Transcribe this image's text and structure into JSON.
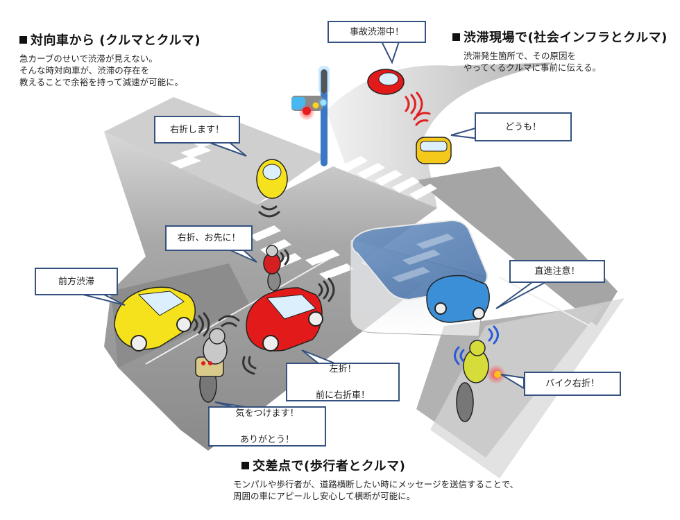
{
  "sections": {
    "oncoming": {
      "title": "対向車から (クルマとクルマ)",
      "lines": [
        "急カーブのせいで渋滞が見えない。",
        "そんな時対向車が、渋滞の存在を",
        "教えることで余裕を持って減速が可能に。"
      ]
    },
    "congestion_site": {
      "title": "渋滞現場で(社会インフラとクルマ)",
      "lines": [
        "渋滞発生箇所で、その原因を",
        "やってくるクルマに事前に伝える。"
      ]
    },
    "intersection": {
      "title": "交差点で(歩行者とクルマ)",
      "lines": [
        "モンパルや歩行者が、道路横断したい時にメッセージを送信することで、",
        "周囲の車にアピールし安心して横断が可能に。"
      ]
    }
  },
  "bubbles": {
    "accident": "事故渋滞中！",
    "thanks": "どうも！",
    "turn_right": "右折します！",
    "after_you": "右折、お先に！",
    "jam_ahead": "前方渋滞",
    "straight_caution": "直進注意！",
    "left_turn_line1": "左折！",
    "left_turn_line2": "前に右折車！",
    "bike_right": "バイク右折！",
    "careful_line1": "気をつけます！",
    "careful_line2": "ありがとう！"
  },
  "colors": {
    "road": "#9a9a9a",
    "road_dark": "#7e7e7e",
    "bubble_border": "#34517f",
    "signal_pole": "#3a78c4",
    "car_yellow": "#f5e21c",
    "car_red": "#e21a1a",
    "car_blue": "#3b8fd6",
    "wave_dark": "#333333",
    "wave_red": "#e02020",
    "wave_blue": "#2a5bd8"
  }
}
